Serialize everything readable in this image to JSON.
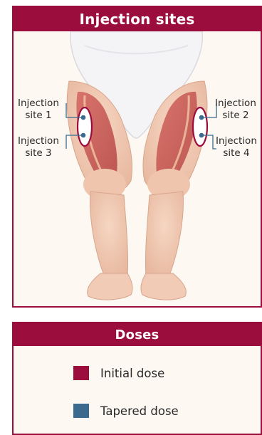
{
  "sites_panel": {
    "title": "Injection sites",
    "labels": {
      "site1": [
        "Injection",
        "site 1"
      ],
      "site2": [
        "Injection",
        "site 2"
      ],
      "site3": [
        "Injection",
        "site 3"
      ],
      "site4": [
        "Injection",
        "site 4"
      ]
    }
  },
  "doses_panel": {
    "title": "Doses",
    "items": [
      {
        "label": "Initial dose",
        "color": "#9b0d3d"
      },
      {
        "label": "Tapered dose",
        "color": "#3a6a8e"
      }
    ]
  },
  "colors": {
    "brand": "#9b0d3d",
    "marker_blue": "#3a6a8e"
  }
}
